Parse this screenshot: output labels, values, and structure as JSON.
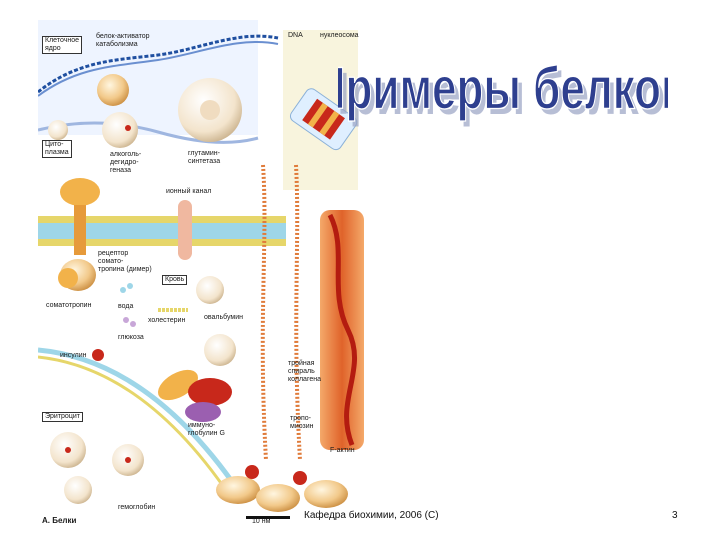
{
  "slide": {
    "title": "Примеры белков",
    "footer": "Кафедра биохимии, 2006 (С)",
    "page_number": "3",
    "colors": {
      "title_fill": "#2e3f8f",
      "title_shadow": "#9aa3c4",
      "membrane": "#e6d66a",
      "protein": "#f2b24a",
      "actin_red": "#c8281b",
      "dna_blue": "#1f4fa0"
    }
  },
  "figure": {
    "labels": {
      "nucleus": "Клеточное\nядро",
      "activator": "белок-активатор\nкатаболизма",
      "dna": "DNA",
      "nucleosome": "нуклеосома",
      "cytoplasm": "Цито-\nплазма",
      "adh": "алкоголь-\nдегидро-\nгеназа",
      "glutamine": "глутамин-\nсинтетаза",
      "ion_channel": "ионный канал",
      "receptor": "рецептор\nсомато-\nтропина (димер)",
      "blood": "Кровь",
      "somatotropin": "соматотропин",
      "water": "вода",
      "cholesterol": "холестерин",
      "ovalbumin": "овальбумин",
      "glucose": "глюкоза",
      "insulin": "инсулин",
      "collagen": "тройная\nспираль\nколлагена",
      "erythrocyte": "Эритроцит",
      "immunoglobulin": "иммуно-\nглобулин G",
      "tropomyosin": "тропо-\nмиозин",
      "f_actin": "F-актин",
      "hemoglobin": "гемоглобин",
      "panel": "А. Белки",
      "scale": "10 нм"
    }
  }
}
